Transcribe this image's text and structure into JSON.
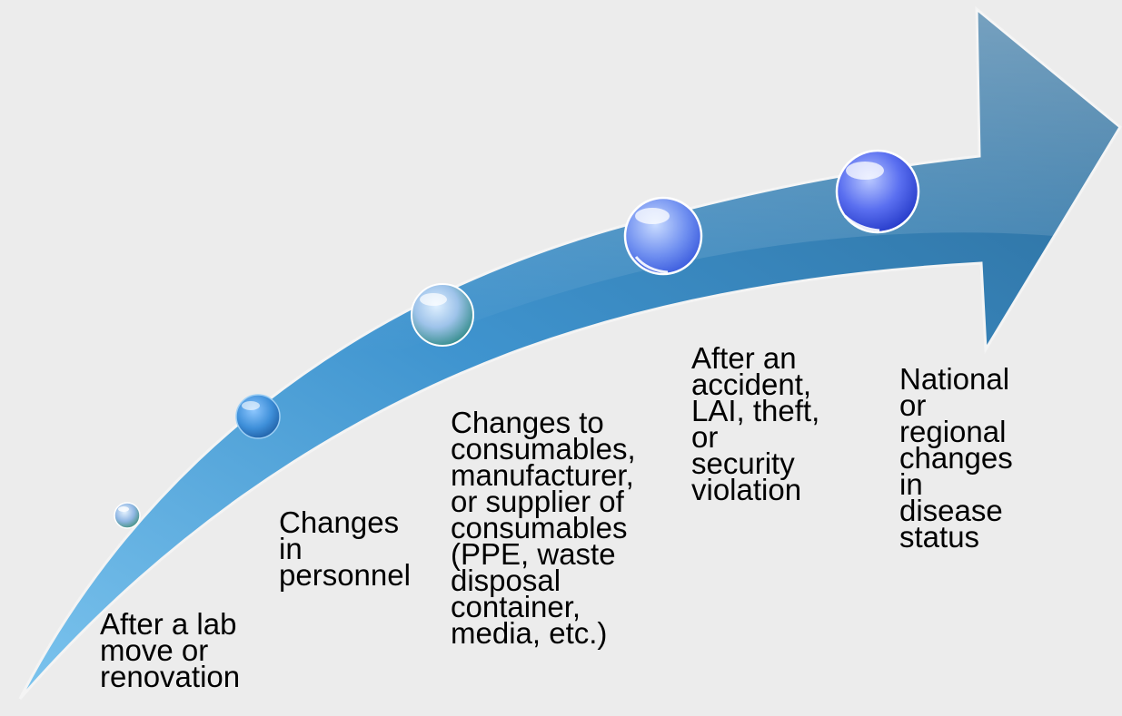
{
  "diagram": {
    "steps": [
      {
        "lines": [
          "After a lab",
          "move or",
          "renovation"
        ]
      },
      {
        "lines": [
          "Changes",
          "in",
          "personnel"
        ]
      },
      {
        "lines": [
          "Changes to",
          "consumables,",
          "manufacturer,",
          "or supplier of",
          "consumables",
          "(PPE, waste",
          "disposal",
          "container,",
          "media, etc.)"
        ]
      },
      {
        "lines": [
          "After an",
          "accident,",
          "LAI, theft,",
          "or",
          "security",
          "violation"
        ]
      },
      {
        "lines": [
          "National",
          "or",
          "regional",
          "changes",
          "in",
          "disease",
          "status"
        ]
      }
    ]
  },
  "colors": {
    "background": "#ececec",
    "arrow_light": "#6cb8e6",
    "arrow_dark": "#2f6f9c",
    "bubble_blue": "#3340e0"
  }
}
